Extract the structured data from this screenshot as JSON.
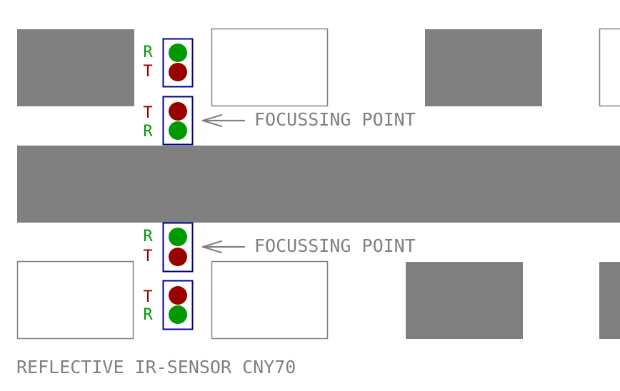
{
  "title": "REFLECTIVE IR-SENSOR CNY70",
  "annotations": {
    "upper": "FOCUSSING POINT",
    "lower": "FOCUSSING POINT"
  },
  "sensors": [
    {
      "top_label": "R",
      "bottom_label": "T"
    },
    {
      "top_label": "T",
      "bottom_label": "R"
    },
    {
      "top_label": "R",
      "bottom_label": "T"
    },
    {
      "top_label": "T",
      "bottom_label": "R"
    }
  ],
  "colors": {
    "background": "#ffffff",
    "block_filled": "#808080",
    "block_outline": "#808080",
    "sensor_frame": "#00008b",
    "receiver_led": "#009900",
    "transmitter_led": "#990000",
    "receiver_label": "#009900",
    "transmitter_label": "#990000",
    "text": "#808080"
  }
}
